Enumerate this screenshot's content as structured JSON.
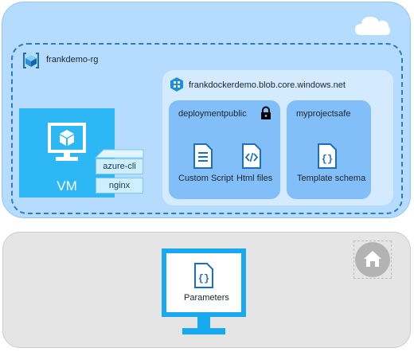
{
  "resource_group": {
    "name": "frankdemo-rg"
  },
  "storage": {
    "account": "frankdockerdemo.blob.core.windows.net"
  },
  "containers": [
    {
      "name": "deploymentpublic",
      "items": [
        "Custom Script",
        "Html files"
      ]
    },
    {
      "name": "myprojectsafe",
      "items": [
        "Template schema"
      ]
    }
  ],
  "vm": {
    "label": "VM",
    "extensions": [
      "azure-cli",
      "nginx"
    ]
  },
  "local": {
    "file": "Parameters"
  },
  "colors": {
    "cloud_bg": "#b5dcff",
    "accent": "#2eb7f5",
    "container": "#82bff8",
    "dashed": "#2e7cbb"
  }
}
